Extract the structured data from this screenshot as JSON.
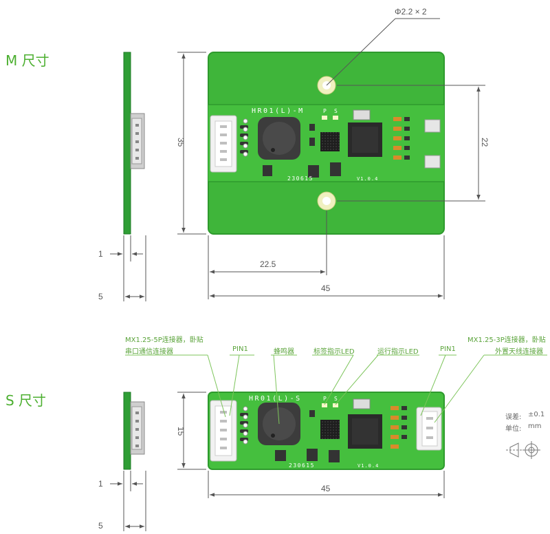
{
  "sections": {
    "m_title": "M 尺寸",
    "s_title": "S 尺寸"
  },
  "m_board": {
    "silkscreen": "HR01(L)-M",
    "date_code": "230615",
    "version": "V1.0.4",
    "led_labels": [
      "P",
      "S"
    ]
  },
  "s_board": {
    "silkscreen": "HR01(L)-S",
    "date_code": "230615",
    "version": "V1.0.4",
    "led_labels": [
      "P",
      "S"
    ]
  },
  "dimensions": {
    "hole": "Φ2.2 × 2",
    "m_height": "35",
    "m_hole_spacing": "22",
    "m_half_width": "22.5",
    "m_width": "45",
    "m_side_thickness": "1",
    "m_side_depth": "5",
    "s_height": "15",
    "s_width": "45",
    "s_side_thickness": "1",
    "s_side_depth": "5"
  },
  "callouts": {
    "uart_connector_line1": "MX1.25-5P连接器，卧贴",
    "uart_connector_line2": "串口通信连接器",
    "pin1_left": "PIN1",
    "buzzer": "蜂鸣器",
    "tag_led": "标签指示LED",
    "run_led": "运行指示LED",
    "pin1_right": "PIN1",
    "antenna_connector_line1": "MX1.25-3P连接器，卧贴",
    "antenna_connector_line2": "外置天线连接器"
  },
  "notes": {
    "tolerance_label": "误差:",
    "tolerance_value": "±0.1",
    "unit_label": "单位:",
    "unit_value": "mm"
  },
  "colors": {
    "pcb": "#3fb53a",
    "pcb_dark": "#2e9a2d",
    "title_green": "#4caf30",
    "callout_green": "#5aa33a",
    "connector": "#f2f2f2",
    "buzzer": "#3c3c3c",
    "chip": "#2a2a2a"
  }
}
